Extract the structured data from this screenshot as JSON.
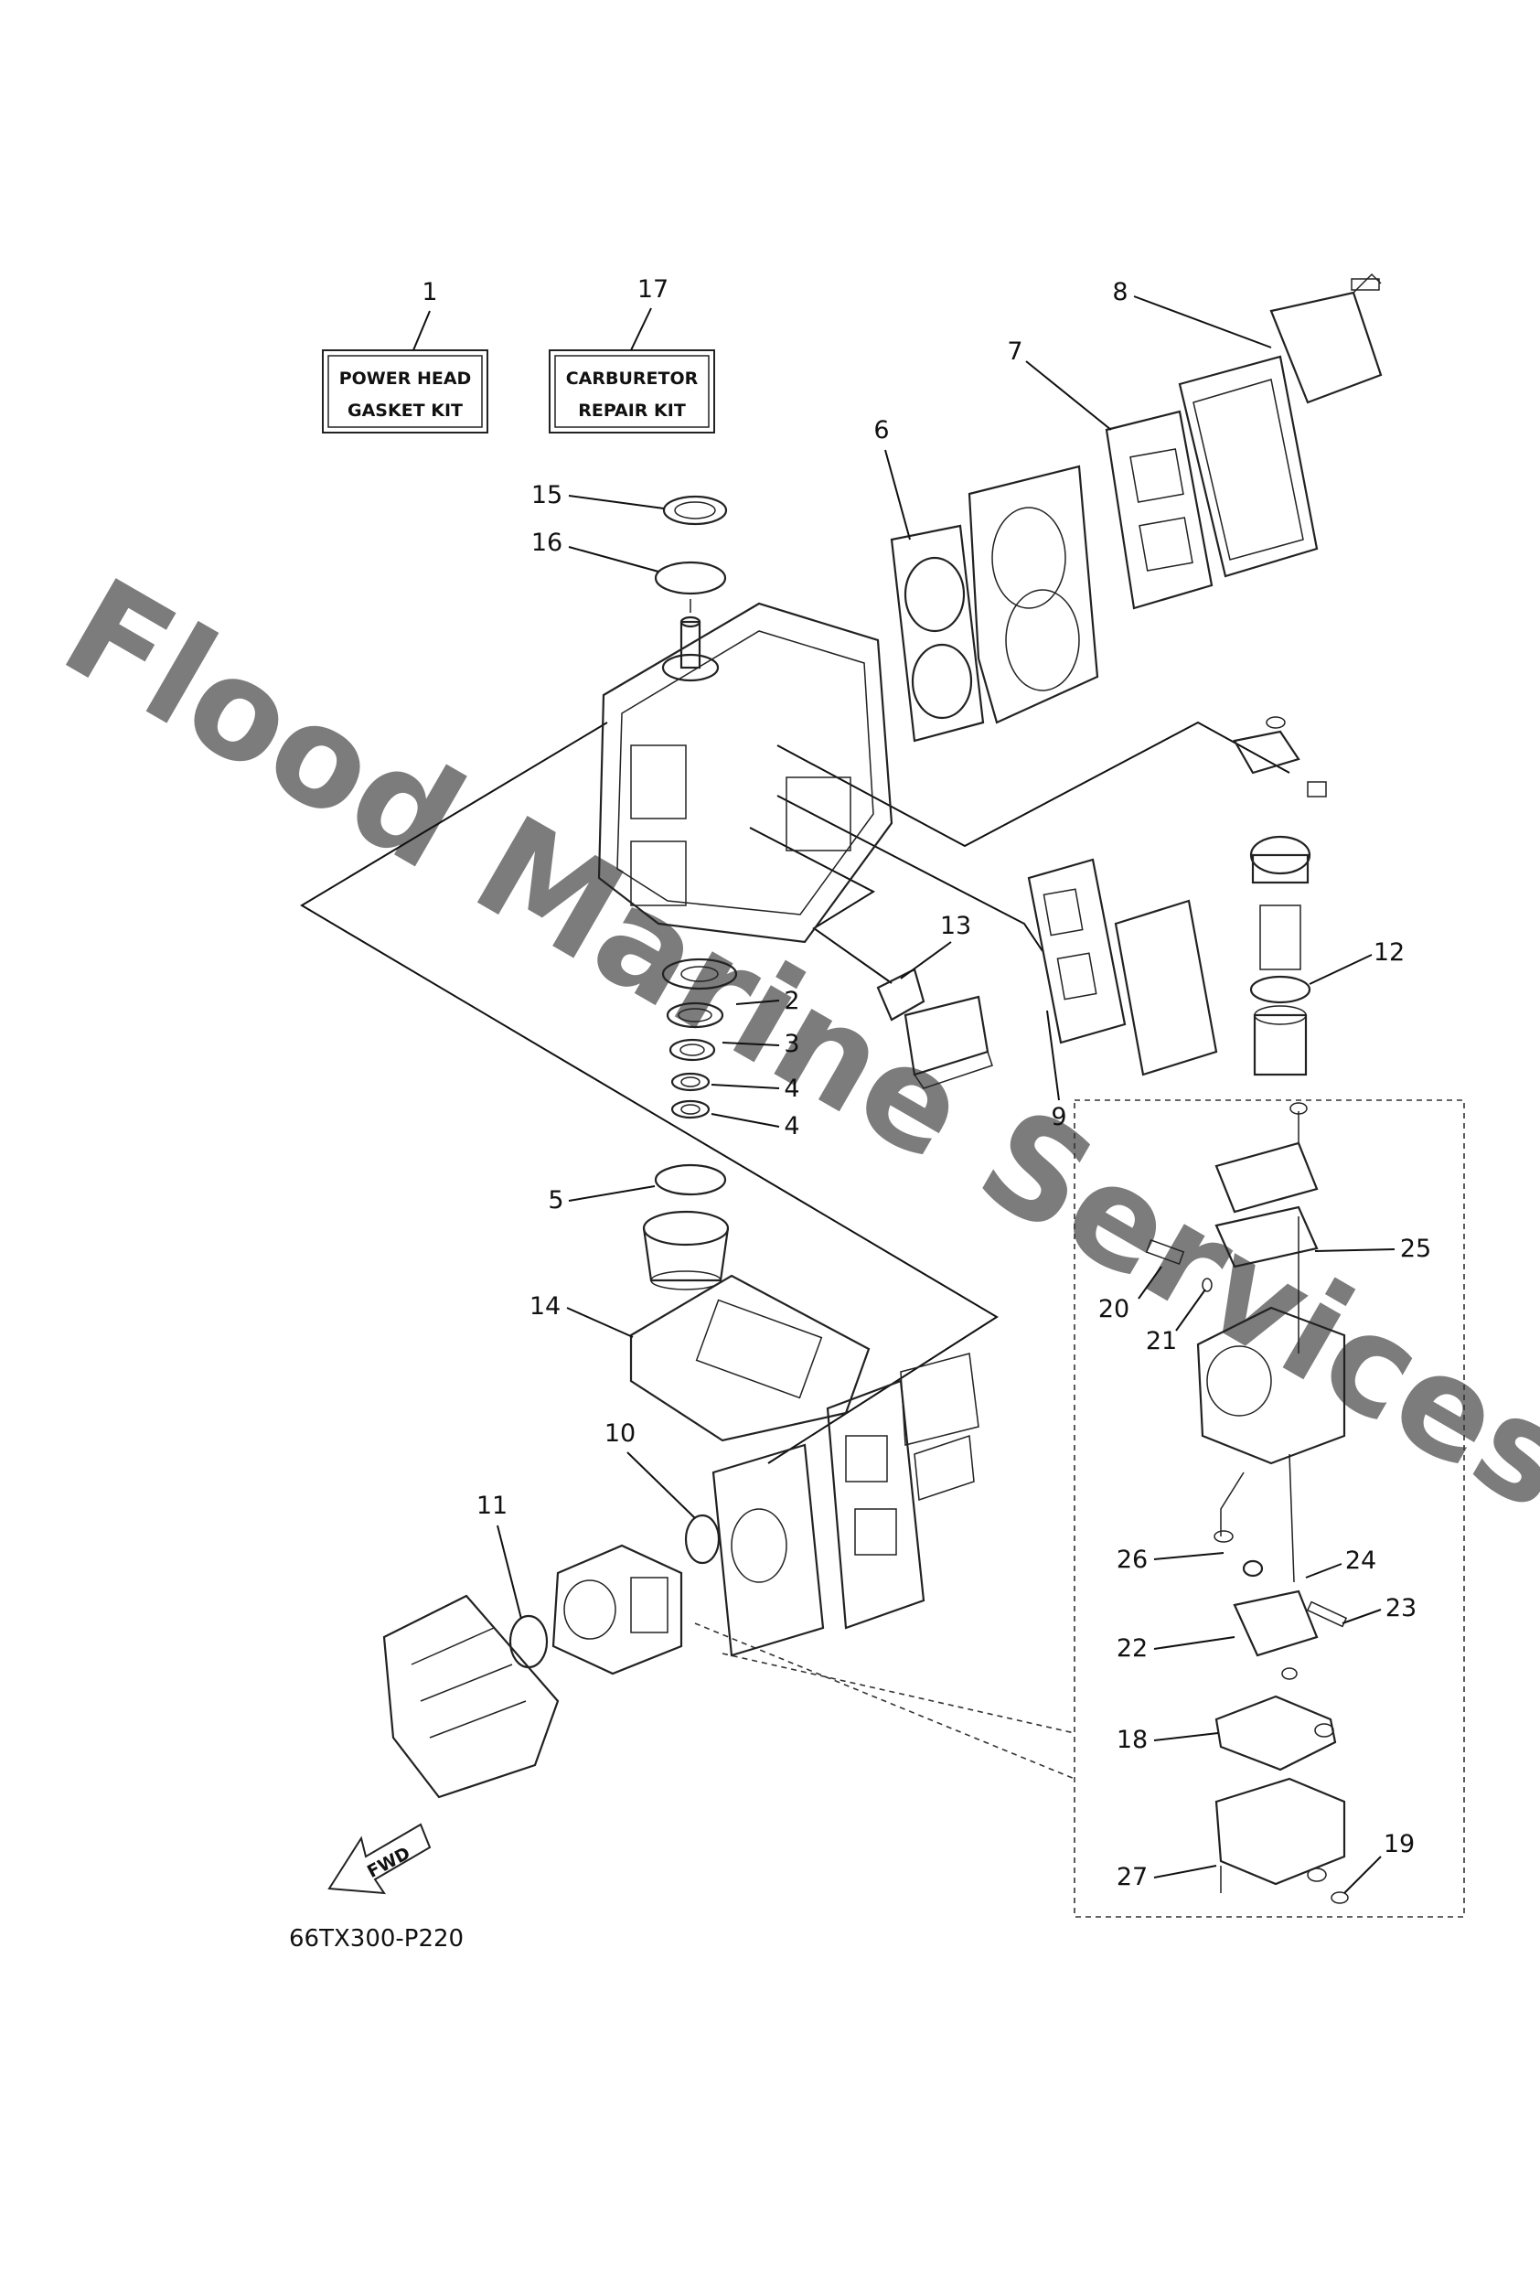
{
  "kits": [
    {
      "number": "1",
      "line1": "POWER HEAD",
      "line2": "GASKET KIT"
    },
    {
      "number": "17",
      "line1": "CARBURETOR",
      "line2": "REPAIR KIT"
    }
  ],
  "callouts": [
    "2",
    "3",
    "4",
    "4",
    "5",
    "6",
    "7",
    "8",
    "9",
    "10",
    "11",
    "12",
    "13",
    "14",
    "15",
    "16",
    "18",
    "19",
    "20",
    "21",
    "22",
    "23",
    "24",
    "25",
    "26",
    "27"
  ],
  "fwd_label": "FWD",
  "diagram_code": "66TX300-P220",
  "watermark": "Flood Marine Services"
}
